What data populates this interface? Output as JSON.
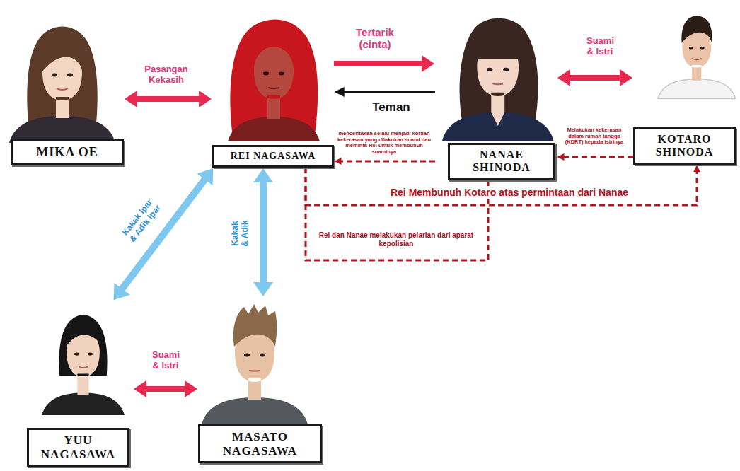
{
  "diagram": {
    "nodes": [
      {
        "text": [
          "MIKA OE"
        ]
      },
      {
        "text": [
          "REI NAGASAWA"
        ]
      },
      {
        "text": [
          "NANAE SHINODA"
        ]
      },
      {
        "text": [
          "KOTARO SHINODA"
        ]
      },
      {
        "text": [
          "YUU NAGASAWA"
        ]
      },
      {
        "text": [
          "MASATO NAGASAWA"
        ]
      }
    ],
    "edges": [
      {
        "from": 0,
        "to": 1,
        "arrow": "both",
        "label": "Pasangan Kekasih"
      },
      {
        "from": 1,
        "to": 2,
        "arrow": "to",
        "label": "Tertarik (cinta)"
      },
      {
        "from": 2,
        "to": 1,
        "arrow": "to",
        "label": "Teman"
      },
      {
        "from": 2,
        "to": 3,
        "arrow": "both",
        "label": "Suami & Istri"
      },
      {
        "from": 3,
        "to": 2,
        "arrow": "to",
        "label": "Melakukan kekerasan dalam rumah tangga (KDRT) kepada istrinya"
      },
      {
        "from": 2,
        "to": 1,
        "arrow": "to",
        "label": "menceritakan selalu menjadi korban kekerasan yang dilakukan suami dan meminta Rei untuk membunuh suaminya"
      },
      {
        "from": 1,
        "to": 3,
        "arrow": "to",
        "label": "Rei Membunuh Kotaro atas permintaan dari Nanae"
      },
      {
        "from": 1,
        "to": 2,
        "arrow": "none",
        "label": "Rei dan Nanae melakukan pelarian dari aparat kepolisian"
      },
      {
        "from": 1,
        "to": 4,
        "arrow": "both",
        "label": "Kakak Ipar & Adik Ipar"
      },
      {
        "from": 1,
        "to": 5,
        "arrow": "both",
        "label": "Kakak & Adik"
      },
      {
        "from": 4,
        "to": 5,
        "arrow": "both",
        "label": "Suami & Istri"
      }
    ]
  }
}
